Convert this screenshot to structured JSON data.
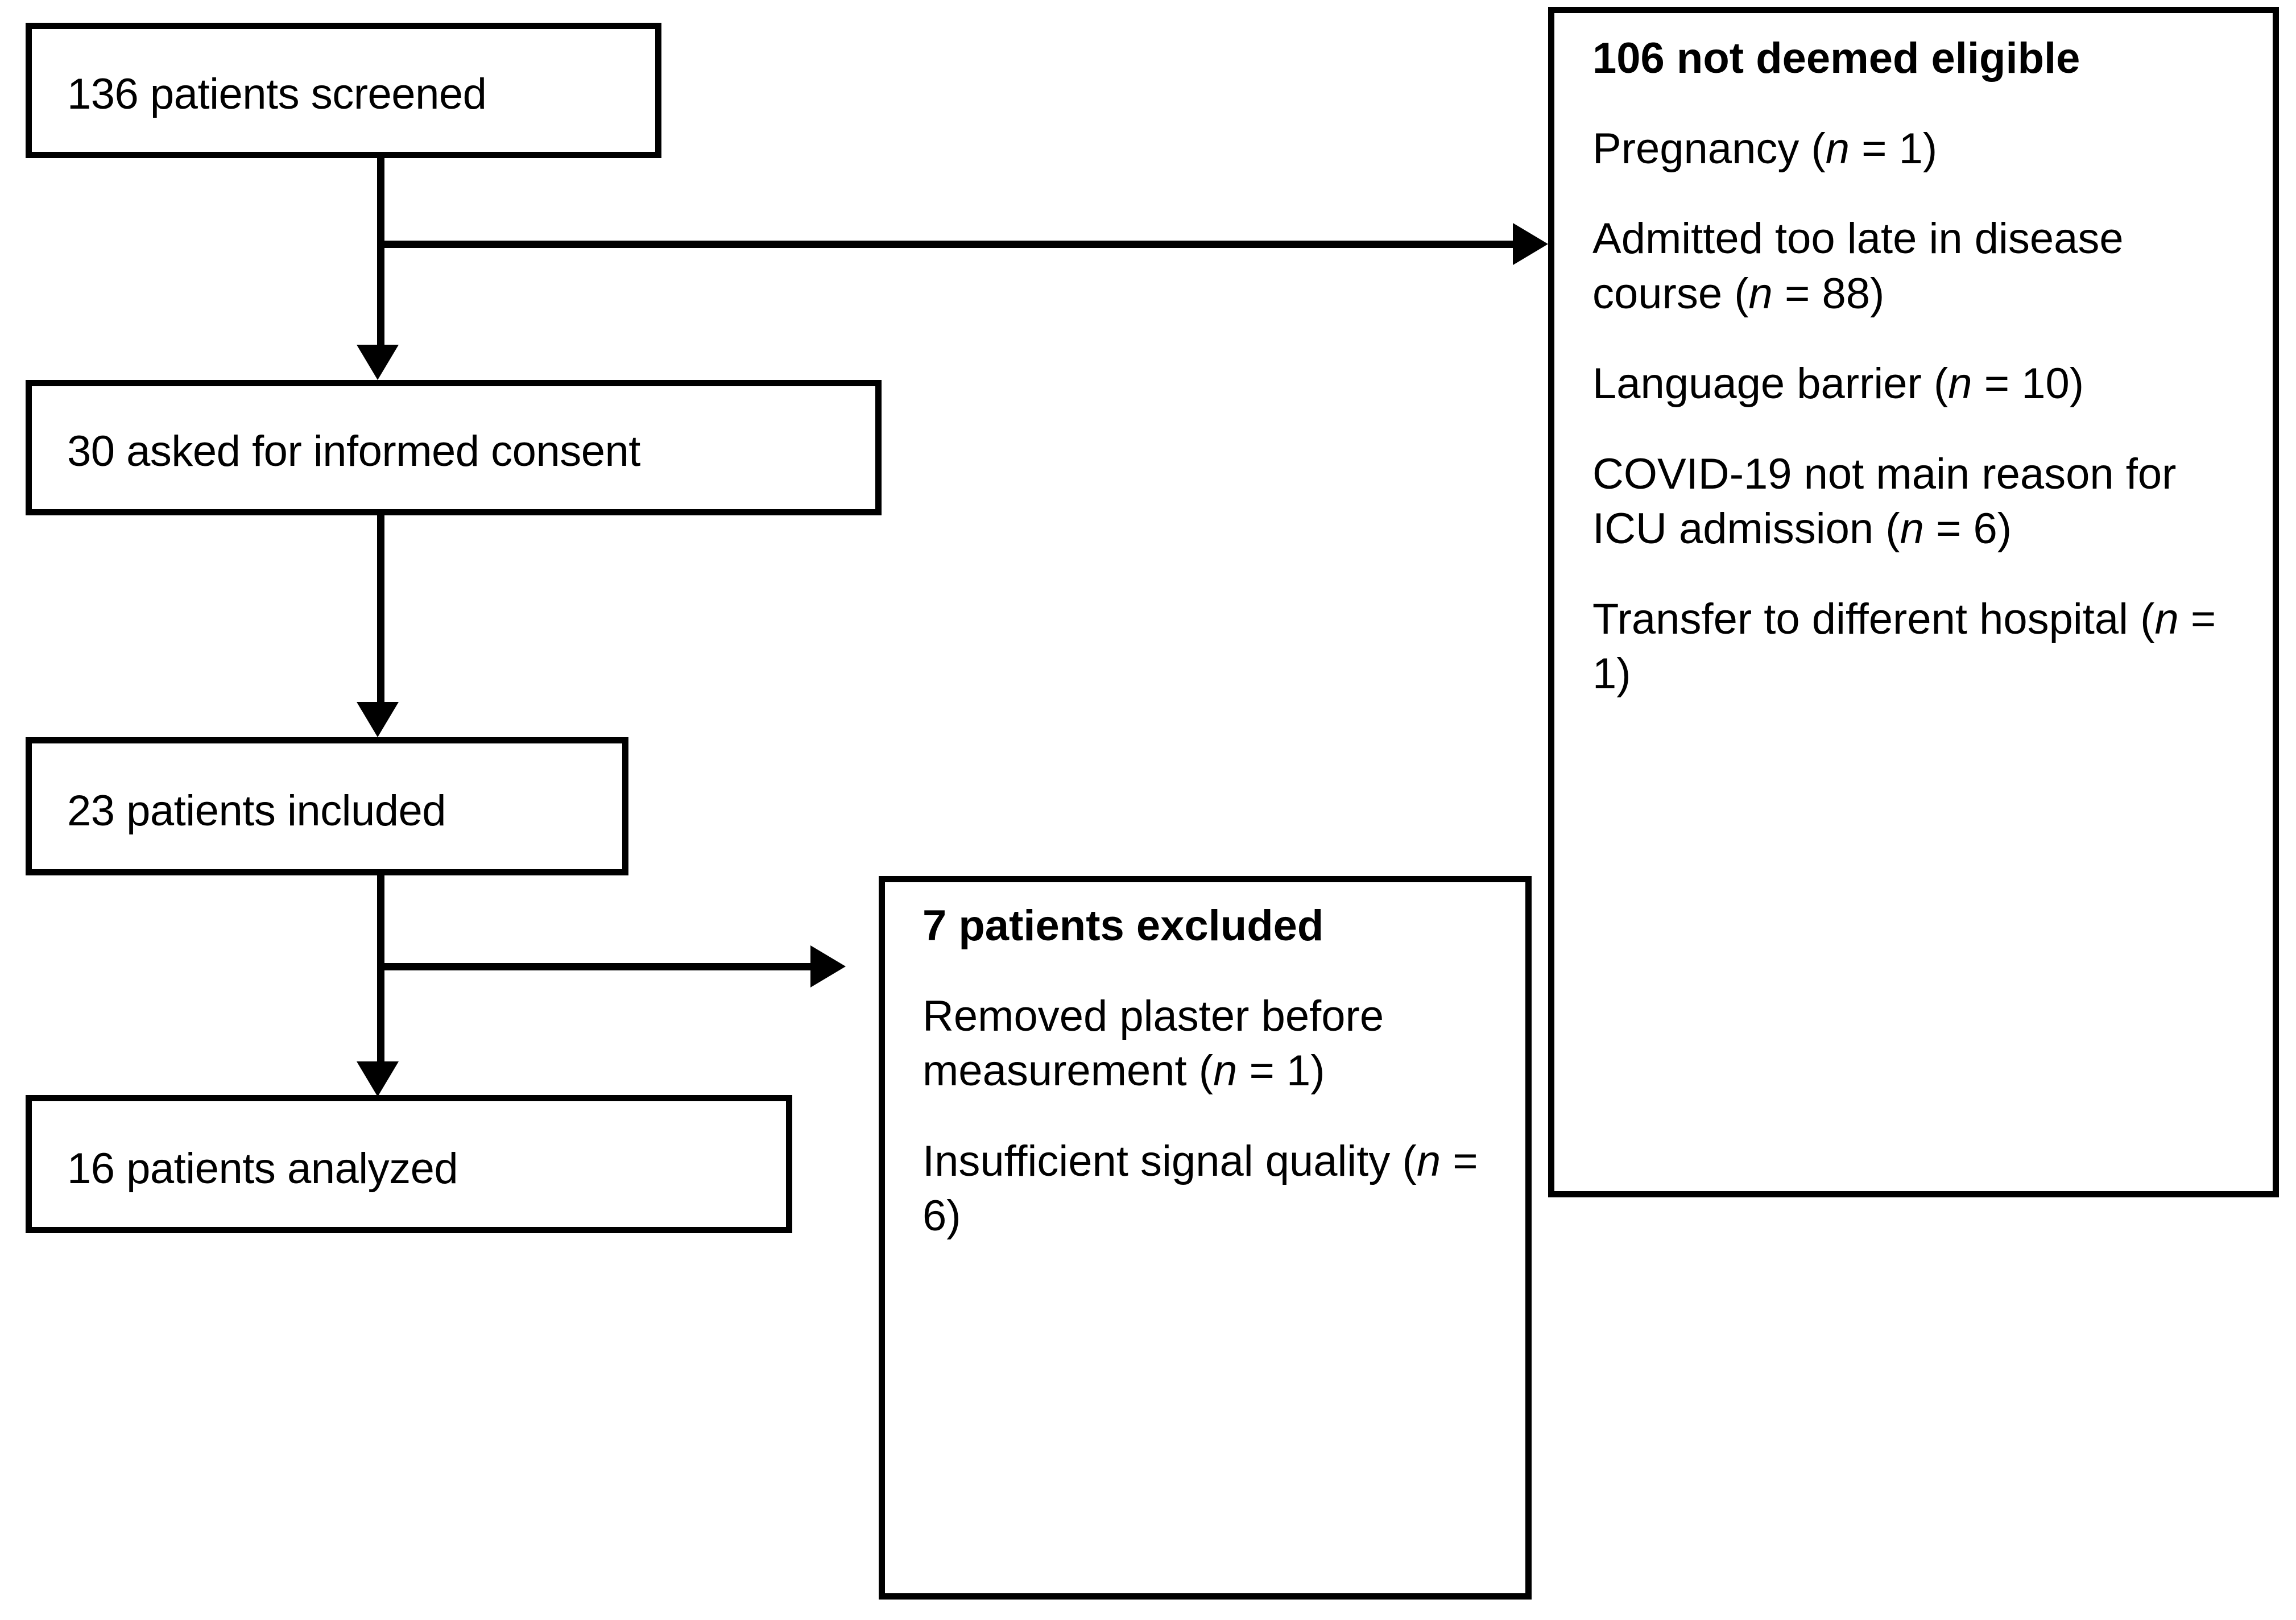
{
  "diagram": {
    "type": "study-flow-chart",
    "nodes": {
      "screened": {
        "label": "136 patients screened",
        "count": 136
      },
      "consent": {
        "label": "30 asked for informed consent",
        "count": 30
      },
      "included": {
        "label": "23 patients included",
        "count": 23
      },
      "analyzed": {
        "label": "16 patients analyzed",
        "count": 16
      }
    },
    "not_eligible": {
      "heading": "106 not deemed eligible",
      "count": 106,
      "reasons": [
        {
          "text": "Pregnancy (",
          "italic_n": "n",
          "eq": " = 1)",
          "n": 1
        },
        {
          "text": "Admitted too late in disease course (",
          "italic_n": "n",
          "eq": " = 88)",
          "n": 88
        },
        {
          "text": "Language barrier (",
          "italic_n": "n",
          "eq": " = 10)",
          "n": 10
        },
        {
          "text": "COVID-19 not main reason for ICU admission (",
          "italic_n": "n",
          "eq": " = 6)",
          "n": 6
        },
        {
          "text": "Transfer to different hospital (",
          "italic_n": "n",
          "eq": " = 1)",
          "n": 1
        }
      ]
    },
    "excluded": {
      "heading": "7 patients excluded",
      "count": 7,
      "reasons": [
        {
          "text": "Removed plaster before measurement (",
          "italic_n": "n",
          "eq": " = 1)",
          "n": 1
        },
        {
          "text": "Insufficient signal quality (",
          "italic_n": "n",
          "eq": " = 6)",
          "n": 6
        }
      ]
    },
    "colors": {
      "stroke": "#000000",
      "fill": "#ffffff",
      "text": "#000000"
    }
  }
}
